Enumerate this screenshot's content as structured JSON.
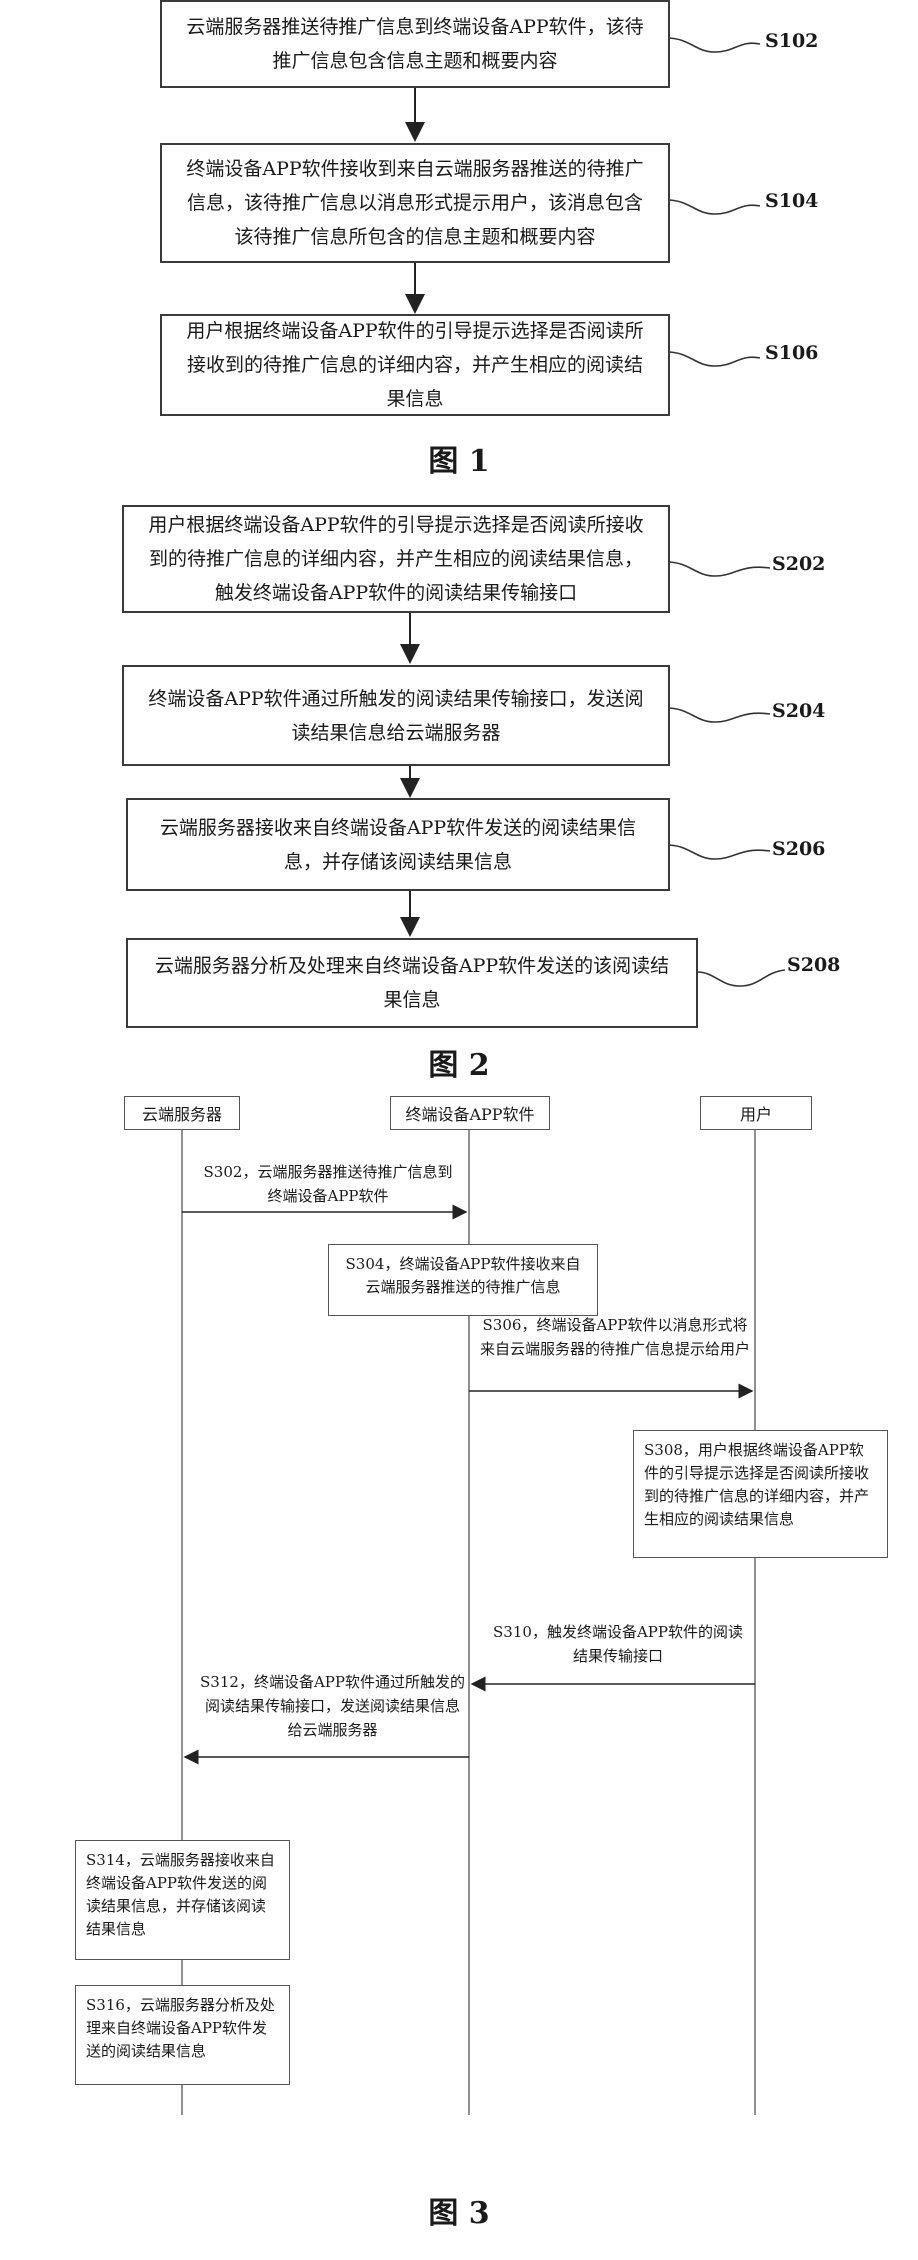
{
  "fig1": {
    "steps": [
      {
        "text": "云端服务器推送待推广信息到终端设备APP软件，该待推广信息包含信息主题和概要内容",
        "label": "S102"
      },
      {
        "text": "终端设备APP软件接收到来自云端服务器推送的待推广信息，该待推广信息以消息形式提示用户，该消息包含该待推广信息所包含的信息主题和概要内容",
        "label": "S104"
      },
      {
        "text": "用户根据终端设备APP软件的引导提示选择是否阅读所接收到的待推广信息的详细内容，并产生相应的阅读结果信息",
        "label": "S106"
      }
    ],
    "caption": "图 1"
  },
  "fig2": {
    "steps": [
      {
        "text": "用户根据终端设备APP软件的引导提示选择是否阅读所接收到的待推广信息的详细内容，并产生相应的阅读结果信息，触发终端设备APP软件的阅读结果传输接口",
        "label": "S202"
      },
      {
        "text": "终端设备APP软件通过所触发的阅读结果传输接口，发送阅读结果信息给云端服务器",
        "label": "S204"
      },
      {
        "text": "云端服务器接收来自终端设备APP软件发送的阅读结果信息，并存储该阅读结果信息",
        "label": "S206"
      },
      {
        "text": "云端服务器分析及处理来自终端设备APP软件发送的该阅读结果信息",
        "label": "S208"
      }
    ],
    "caption": "图 2"
  },
  "fig3": {
    "actors": [
      "云端服务器",
      "终端设备APP软件",
      "用户"
    ],
    "messages": {
      "s302": "S302，云端服务器推送待推广信息到终端设备APP软件",
      "s304": "S304，终端设备APP软件接收来自云端服务器推送的待推广信息",
      "s306": "S306，终端设备APP软件以消息形式将来自云端服务器的待推广信息提示给用户",
      "s308": "S308，用户根据终端设备APP软件的引导提示选择是否阅读所接收到的待推广信息的详细内容，并产生相应的阅读结果信息",
      "s310": "S310，触发终端设备APP软件的阅读结果传输接口",
      "s312": "S312，终端设备APP软件通过所触发的阅读结果传输接口，发送阅读结果信息给云端服务器",
      "s314": "S314，云端服务器接收来自终端设备APP软件发送的阅读结果信息，并存储该阅读结果信息",
      "s316": "S316，云端服务器分析及处理来自终端设备APP软件发送的阅读结果信息"
    },
    "caption": "图 3"
  }
}
